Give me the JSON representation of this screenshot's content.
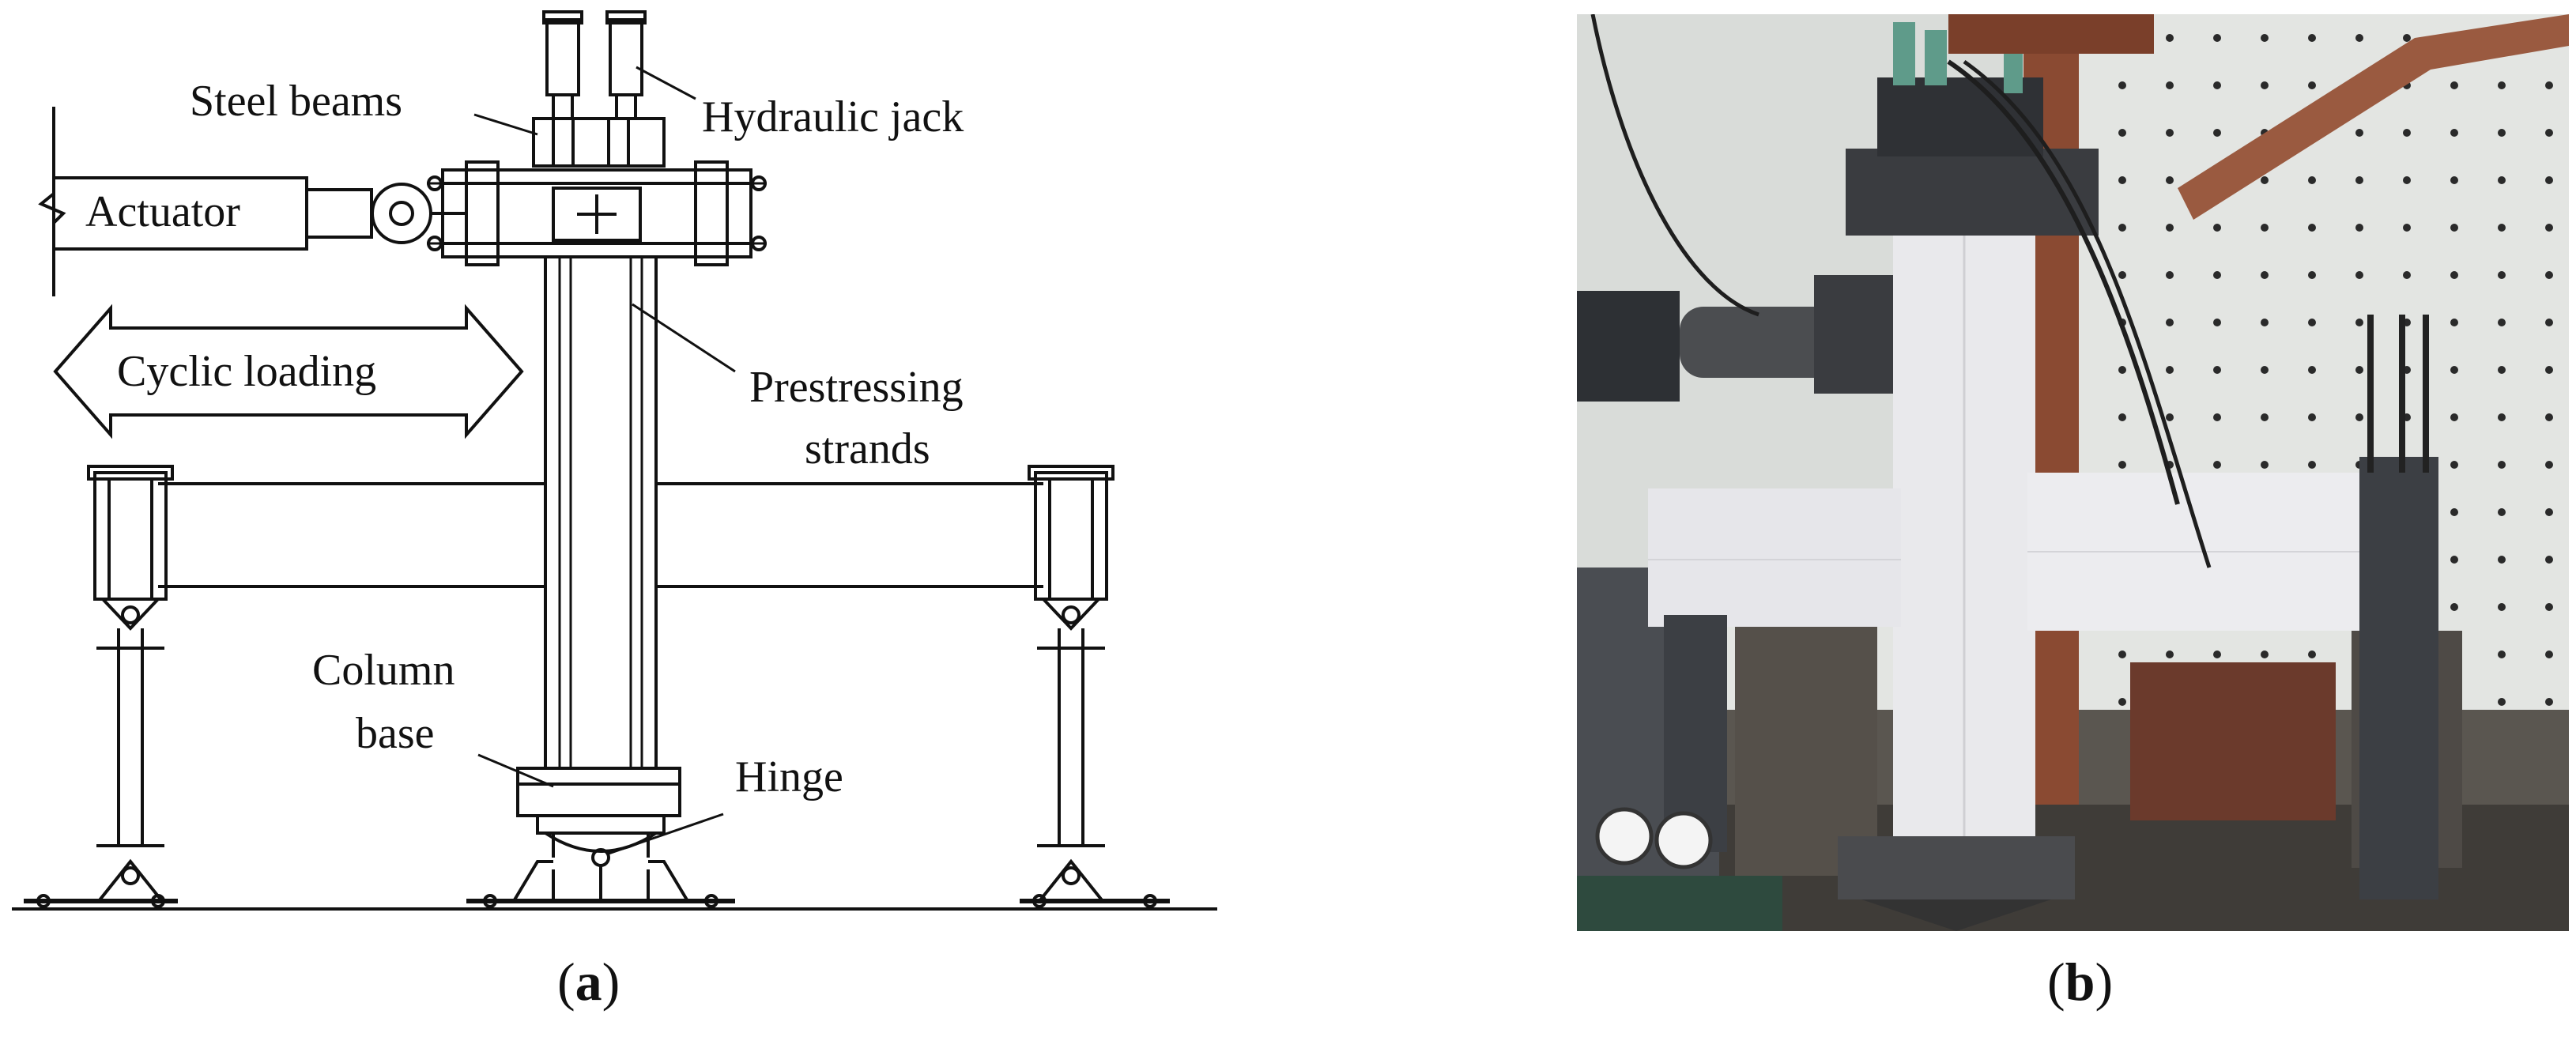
{
  "figure": {
    "panel_a": {
      "labels": {
        "steel_beams": "Steel beams",
        "hydraulic_jack": "Hydraulic jack",
        "actuator": "Actuator",
        "cyclic_loading": "Cyclic loading",
        "prestressing": "Prestressing",
        "strands": "strands",
        "column": "Column",
        "base": "base",
        "hinge": "Hinge"
      },
      "caption_letter": "a"
    },
    "panel_b": {
      "caption_letter": "b"
    },
    "colors": {
      "line": "#111111",
      "background": "#ffffff",
      "photo_wall": "#e3e5e2",
      "photo_specimen": "#e9e9ec",
      "photo_steel": "#3a3c40",
      "photo_rust": "#8a4a32"
    }
  }
}
